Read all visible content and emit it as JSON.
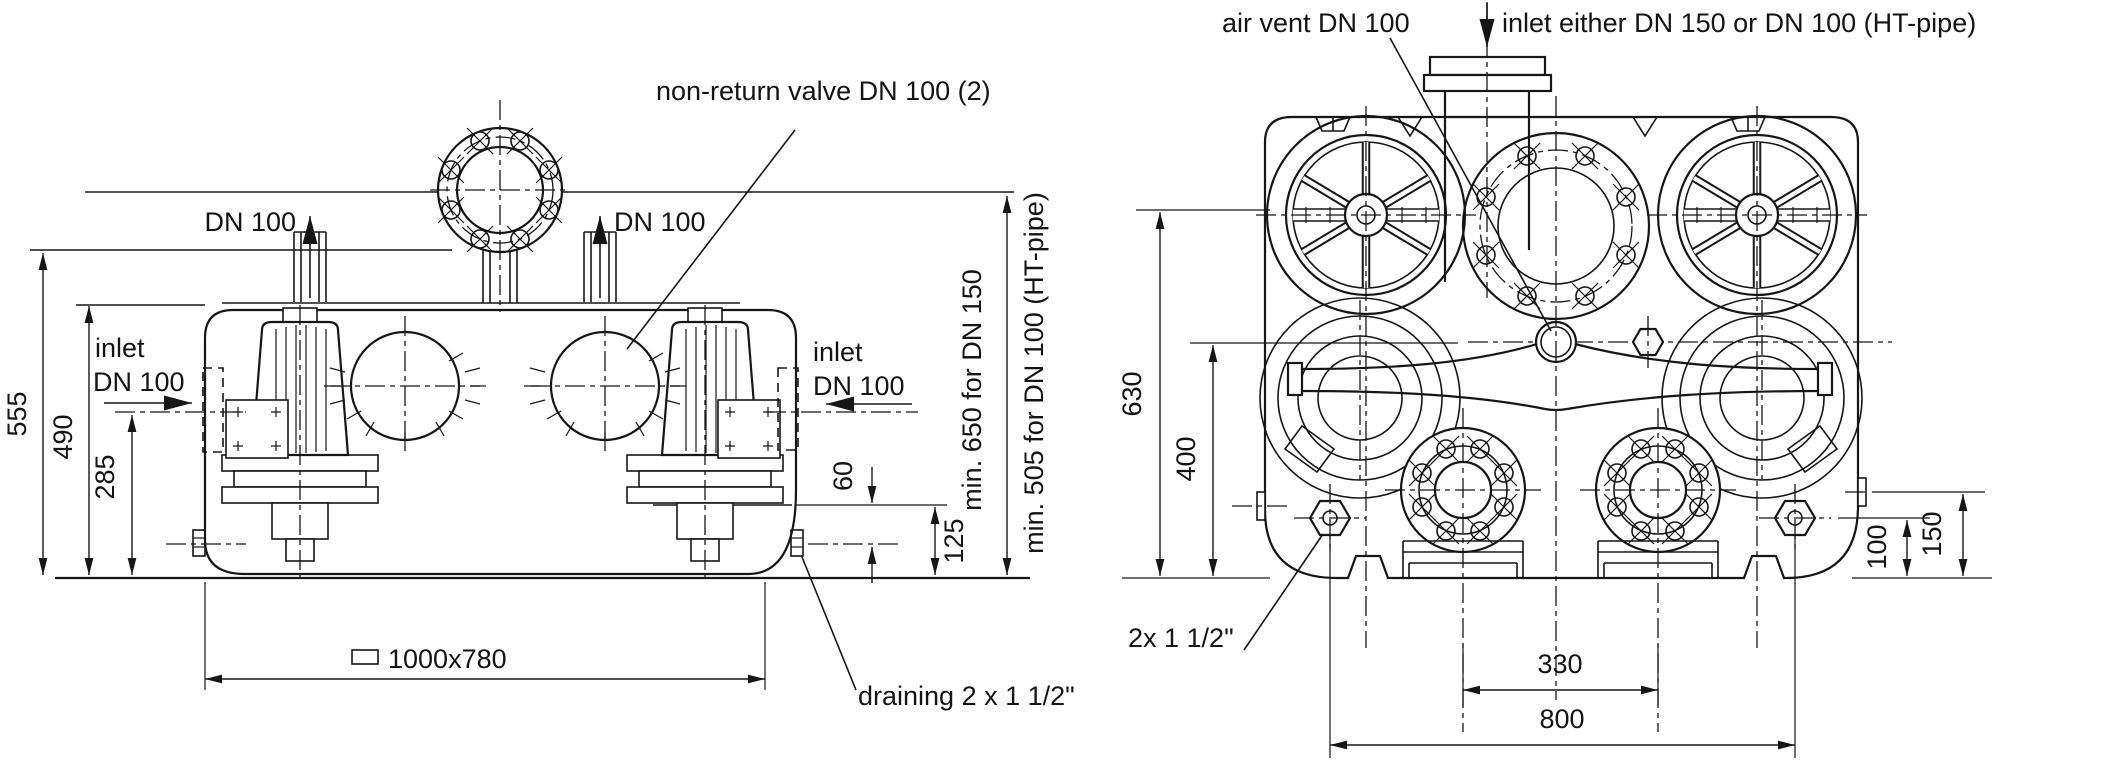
{
  "front_view": {
    "labels": {
      "non_return_valve": "non-return valve DN 100 (2)",
      "discharge_left": "DN 100",
      "discharge_right": "DN 100",
      "inlet_left_word": "inlet",
      "inlet_left_size": "DN 100",
      "inlet_right_word": "inlet",
      "inlet_right_size": "DN 100",
      "draining": "draining 2 x 1 1/2\"",
      "min_clearance_dn150": "min. 650 for DN 150",
      "min_clearance_dn100": "min. 505 for DN 100 (HT-pipe)"
    },
    "dimensions": {
      "height_total": "555",
      "height_tank": "490",
      "height_inlet": "285",
      "drain_offset": "60",
      "drain_height": "125",
      "footprint": "1000x780"
    }
  },
  "plan_view": {
    "labels": {
      "air_vent": "air vent DN 100",
      "inlet_options": "inlet either DN 150 or DN 100 (HT-pipe)",
      "drain_plugs": "2x 1 1/2\""
    },
    "dimensions": {
      "depth_total": "630",
      "depth_pipe_axis": "400",
      "drain_to_edge": "100",
      "bracket_to_edge": "150",
      "pump_spacing": "330",
      "drain_spacing": "800"
    }
  }
}
